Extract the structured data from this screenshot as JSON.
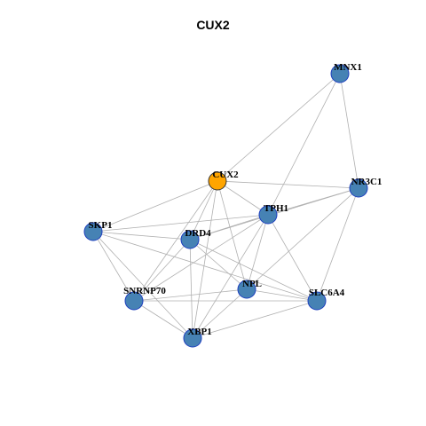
{
  "title": "CUX2",
  "colors": {
    "focus_node": "#FFA500",
    "other_node": "#4682B4",
    "node_border": "#1E3FBF",
    "focus_border": "#333333",
    "edge": "#B0B0B0",
    "label": "#000000"
  },
  "focus": "CUX2",
  "nodes": [
    "CUX2",
    "MNX1",
    "NR3C1",
    "TPH1",
    "SKP1",
    "DRD4",
    "SNRNP70",
    "NPL",
    "SLC6A4",
    "XBP1"
  ],
  "edges": [
    [
      "CUX2",
      "MNX1"
    ],
    [
      "CUX2",
      "NR3C1"
    ],
    [
      "CUX2",
      "SKP1"
    ],
    [
      "CUX2",
      "TPH1"
    ],
    [
      "CUX2",
      "DRD4"
    ],
    [
      "CUX2",
      "SNRNP70"
    ],
    [
      "CUX2",
      "NPL"
    ],
    [
      "CUX2",
      "XBP1"
    ],
    [
      "MNX1",
      "TPH1"
    ],
    [
      "MNX1",
      "NR3C1"
    ],
    [
      "NR3C1",
      "TPH1"
    ],
    [
      "NR3C1",
      "DRD4"
    ],
    [
      "NR3C1",
      "NPL"
    ],
    [
      "NR3C1",
      "SLC6A4"
    ],
    [
      "TPH1",
      "SKP1"
    ],
    [
      "TPH1",
      "DRD4"
    ],
    [
      "TPH1",
      "SNRNP70"
    ],
    [
      "TPH1",
      "NPL"
    ],
    [
      "TPH1",
      "SLC6A4"
    ],
    [
      "TPH1",
      "XBP1"
    ],
    [
      "SKP1",
      "DRD4"
    ],
    [
      "SKP1",
      "SNRNP70"
    ],
    [
      "SKP1",
      "SLC6A4"
    ],
    [
      "SKP1",
      "XBP1"
    ],
    [
      "DRD4",
      "SNRNP70"
    ],
    [
      "DRD4",
      "NPL"
    ],
    [
      "DRD4",
      "SLC6A4"
    ],
    [
      "DRD4",
      "XBP1"
    ],
    [
      "SNRNP70",
      "NPL"
    ],
    [
      "SNRNP70",
      "SLC6A4"
    ],
    [
      "SNRNP70",
      "XBP1"
    ],
    [
      "NPL",
      "XBP1"
    ],
    [
      "NPL",
      "SLC6A4"
    ],
    [
      "SLC6A4",
      "XBP1"
    ]
  ]
}
